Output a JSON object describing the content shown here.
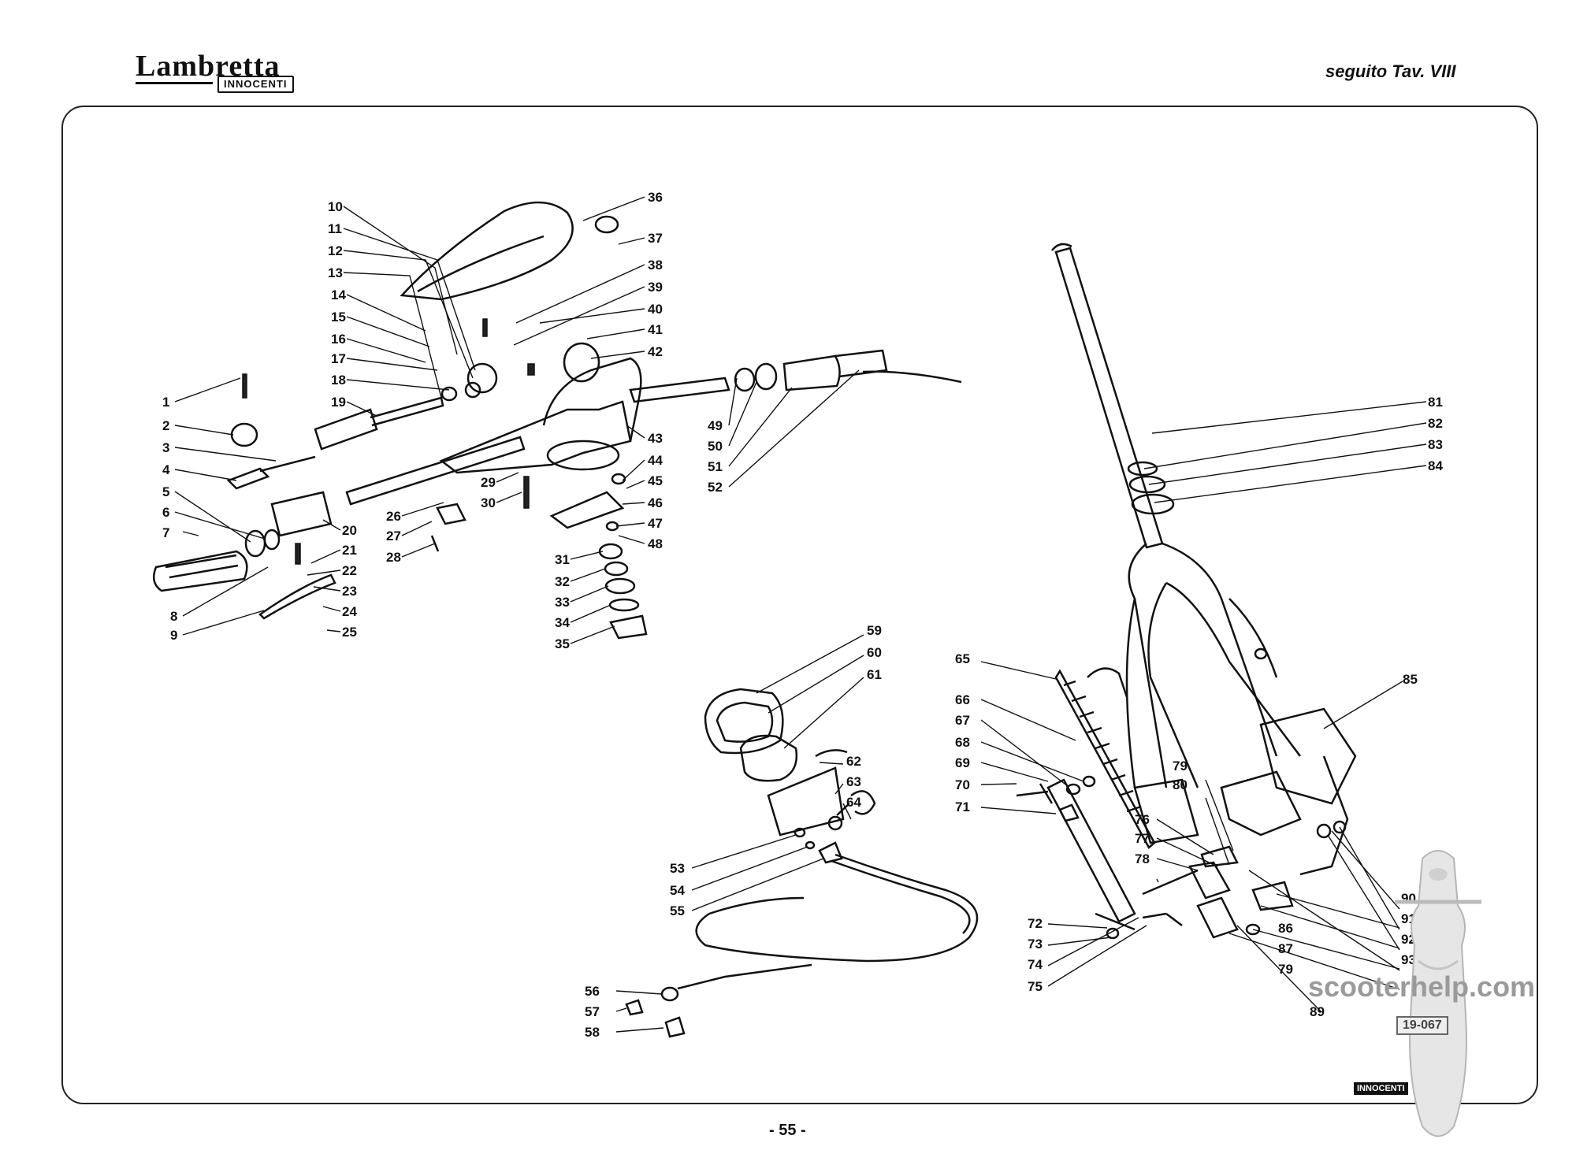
{
  "header": {
    "logo_main": "Lambretta",
    "logo_sub": "INNOCENTI",
    "page_ref": "seguito  Tav. VIII"
  },
  "footer": {
    "page_number": "- 55 -",
    "watermark": "scooterhelp.com",
    "code_badge": "19-067",
    "small_logo": "INNOCENTI"
  },
  "labels": [
    "1",
    "2",
    "3",
    "4",
    "5",
    "6",
    "7",
    "8",
    "9",
    "10",
    "11",
    "12",
    "13",
    "14",
    "15",
    "16",
    "17",
    "18",
    "19",
    "20",
    "21",
    "22",
    "23",
    "24",
    "25",
    "26",
    "27",
    "28",
    "29",
    "30",
    "31",
    "32",
    "33",
    "34",
    "35",
    "36",
    "37",
    "38",
    "39",
    "40",
    "41",
    "42",
    "43",
    "44",
    "45",
    "46",
    "47",
    "48",
    "49",
    "50",
    "51",
    "52",
    "53",
    "54",
    "55",
    "56",
    "57",
    "58",
    "59",
    "60",
    "61",
    "62",
    "63",
    "64",
    "65",
    "66",
    "67",
    "68",
    "69",
    "70",
    "71",
    "72",
    "73",
    "74",
    "75",
    "76",
    "77",
    "78",
    "79",
    "80",
    "81",
    "82",
    "83",
    "84",
    "85",
    "86",
    "87",
    "79",
    "89",
    "90",
    "91",
    "92",
    "93"
  ]
}
